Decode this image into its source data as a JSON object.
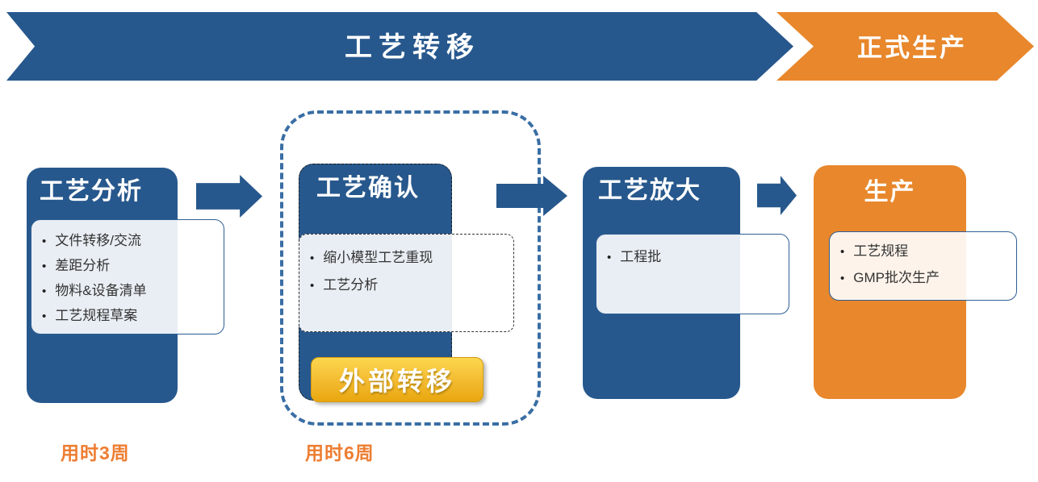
{
  "phases": [
    {
      "label": "工艺转移"
    },
    {
      "label": "正式生产"
    }
  ],
  "stages": [
    {
      "title": "工艺分析",
      "items": [
        "文件转移/交流",
        "差距分析",
        "物料&设备清单",
        "工艺规程草案"
      ]
    },
    {
      "title": "工艺确认",
      "items": [
        "缩小模型工艺重现",
        "工艺分析"
      ],
      "badge": "外部转移"
    },
    {
      "title": "工艺放大",
      "items": [
        "工程批"
      ]
    },
    {
      "title": "生产",
      "items": [
        "工艺规程",
        "GMP批次生产"
      ]
    }
  ],
  "durations": [
    {
      "label": "用时3周"
    },
    {
      "label": "用时6周"
    }
  ],
  "colors": {
    "primary_blue": "#27588D",
    "accent_orange": "#E8872C",
    "duration_text": "#ED7D31",
    "badge_gold_top": "#FCD74F",
    "badge_gold_bottom": "#E9A70F",
    "panel_border_blue": "#2E5F94",
    "group_outline_blue": "#3A6EA4"
  }
}
